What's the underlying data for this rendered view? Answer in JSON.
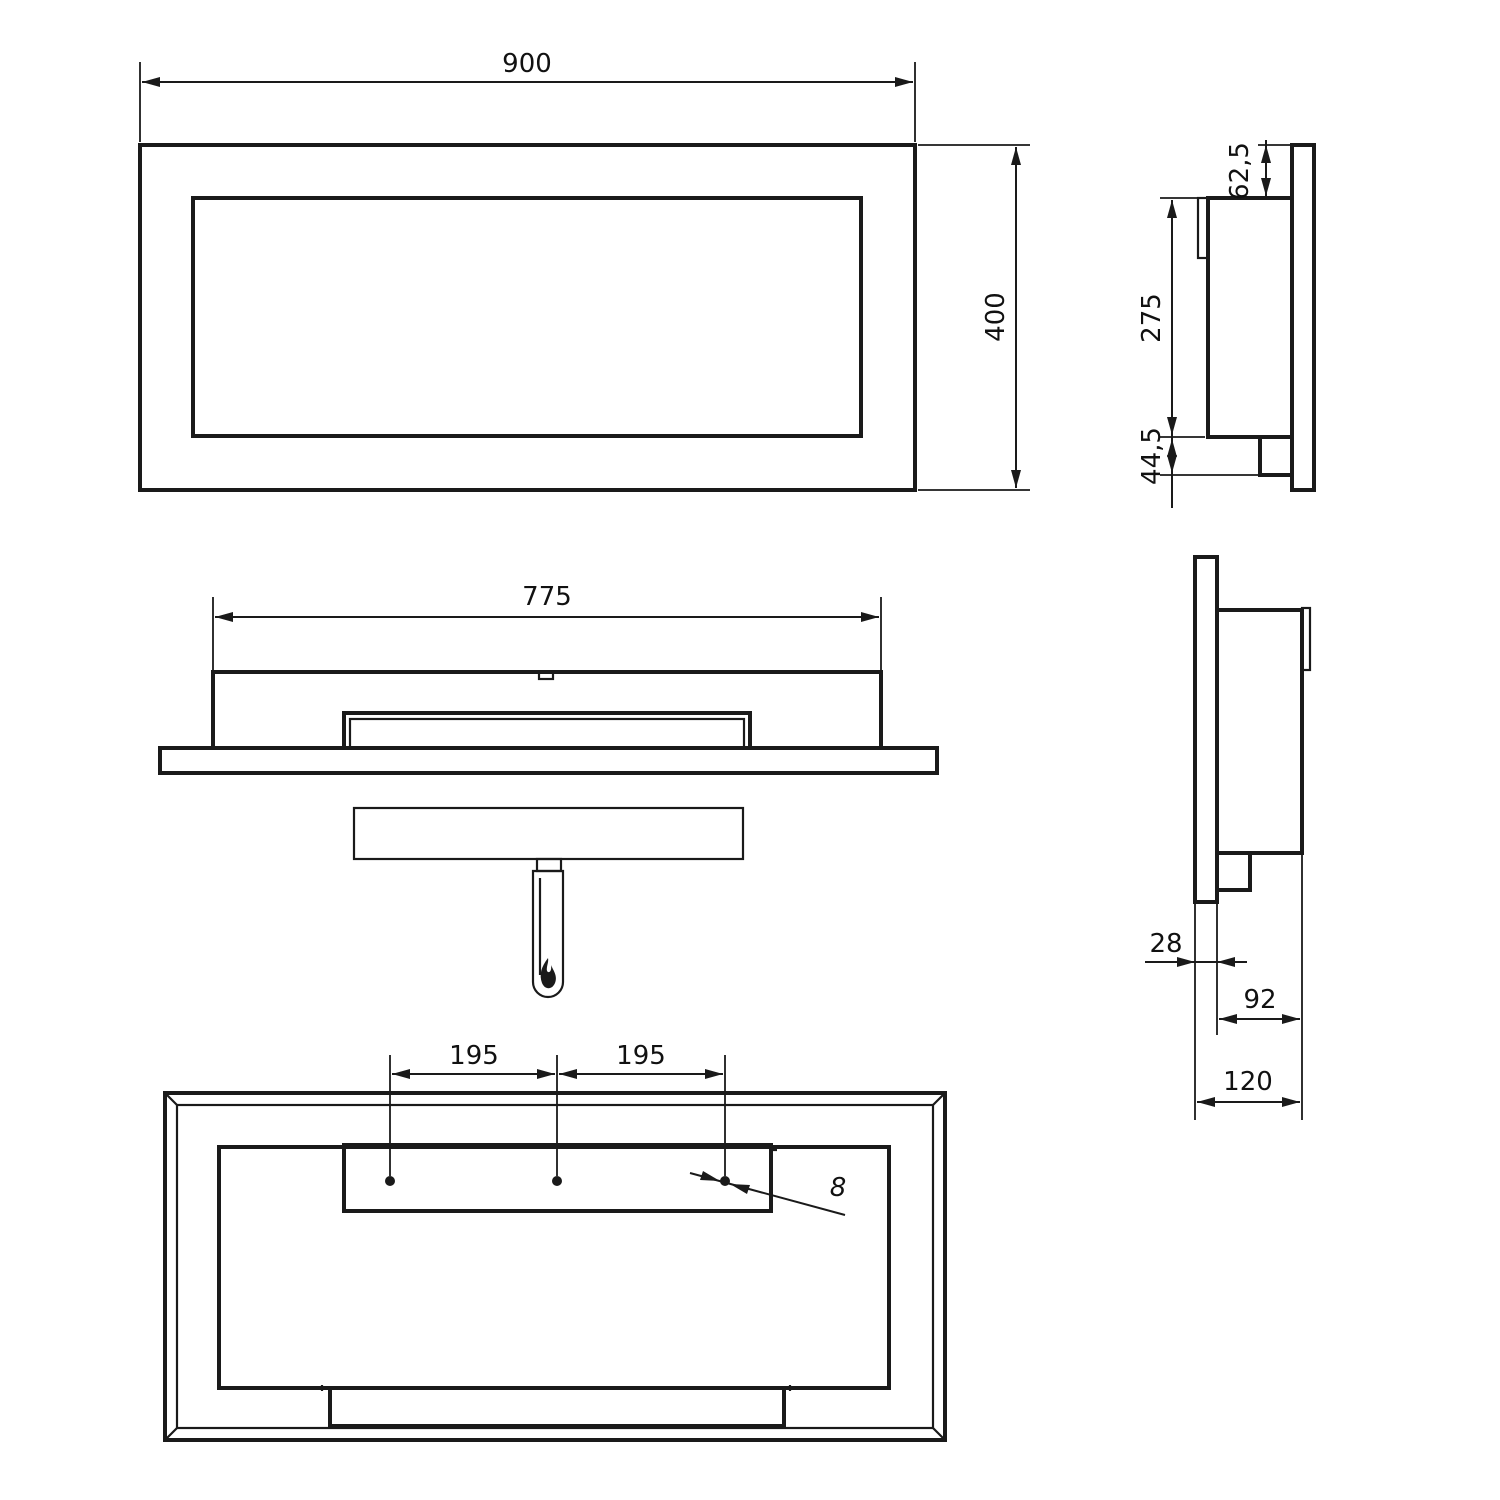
{
  "dimensions": {
    "front_width": "900",
    "front_height": "400",
    "burner_length": "775",
    "spacing_left": "195",
    "spacing_right": "195",
    "hole_diameter": "8",
    "side_top_offset": "62,5",
    "side_height": "275",
    "side_bottom_offset": "44,5",
    "frame_depth": "28",
    "body_depth": "92",
    "total_depth": "120"
  }
}
